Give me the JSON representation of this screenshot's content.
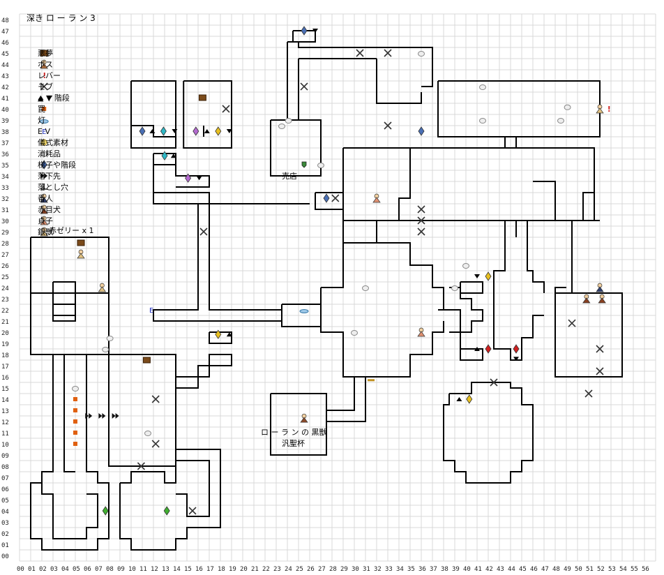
{
  "title": "深き ロ ー ラ ン 3",
  "legend": [
    {
      "icon": "chest-icon",
      "label": "悪夢"
    },
    {
      "icon": "boss-icon",
      "label": "ボス"
    },
    {
      "icon": "lever-icon",
      "label": "レバー"
    },
    {
      "icon": "mob-icon",
      "label": "モブ"
    },
    {
      "icon": "stairs-updown-icon",
      "label": "▲ ▼ 階段"
    },
    {
      "icon": "trap-icon",
      "label": "罠"
    },
    {
      "icon": "lamp-icon",
      "label": "灯"
    },
    {
      "icon": "elevator-icon",
      "label": "E V"
    },
    {
      "icon": "ritual-material-icon",
      "label": "儀式素材"
    },
    {
      "icon": "consumable-icon",
      "label": "消耗品"
    },
    {
      "icon": "ladder-gem-icon",
      "label": "梯子や階段"
    },
    {
      "icon": "drop-destination-icon",
      "label": "落下先"
    },
    {
      "icon": "pitfall-icon",
      "label": "落とし穴"
    },
    {
      "icon": "guard-icon",
      "label": "番人"
    },
    {
      "icon": "red-eyed-dog-icon",
      "label": "赤目犬"
    },
    {
      "icon": "maiden-icon",
      "label": "貞子"
    },
    {
      "icon": "silver-beast-icon",
      "label": "銀獣"
    }
  ],
  "labels": {
    "red_jelly": "赤ゼリー x 1",
    "shop": "売店",
    "boss_name": "ロ ー ラ ン の 黒獣",
    "chalice": "汎聖杯",
    "elevator_mark": "E"
  },
  "axes": {
    "x": [
      "00",
      "01",
      "02",
      "03",
      "04",
      "05",
      "06",
      "07",
      "08",
      "09",
      "10",
      "11",
      "12",
      "13",
      "14",
      "15",
      "16",
      "17",
      "18",
      "19",
      "20",
      "21",
      "22",
      "23",
      "24",
      "25",
      "26",
      "27",
      "28",
      "29",
      "30",
      "31",
      "32",
      "33",
      "34",
      "35",
      "36",
      "37",
      "38",
      "39",
      "40",
      "41",
      "42",
      "43",
      "44",
      "45",
      "46",
      "47",
      "48",
      "49",
      "50",
      "51",
      "52",
      "53",
      "54",
      "55",
      "56"
    ],
    "y": [
      "48",
      "47",
      "46",
      "45",
      "44",
      "43",
      "42",
      "41",
      "40",
      "39",
      "38",
      "37",
      "36",
      "35",
      "34",
      "33",
      "32",
      "31",
      "30",
      "29",
      "28",
      "27",
      "26",
      "25",
      "24",
      "23",
      "22",
      "21",
      "20",
      "19",
      "18",
      "17",
      "16",
      "15",
      "14",
      "13",
      "12",
      "11",
      "10",
      "09",
      "08",
      "07",
      "06",
      "05",
      "04",
      "03",
      "02",
      "01",
      "00"
    ]
  },
  "colors": {
    "grid": "#d8d8d8",
    "wall": "#000000",
    "gem_blue": "#4a6fb5",
    "gem_cyan": "#2fb8c6",
    "gem_purple": "#b46ad0",
    "gem_yellow": "#e8c020",
    "gem_red": "#d02020",
    "gem_green": "#40b030",
    "trap": "#e06010",
    "chest": "#7a4a1a"
  }
}
